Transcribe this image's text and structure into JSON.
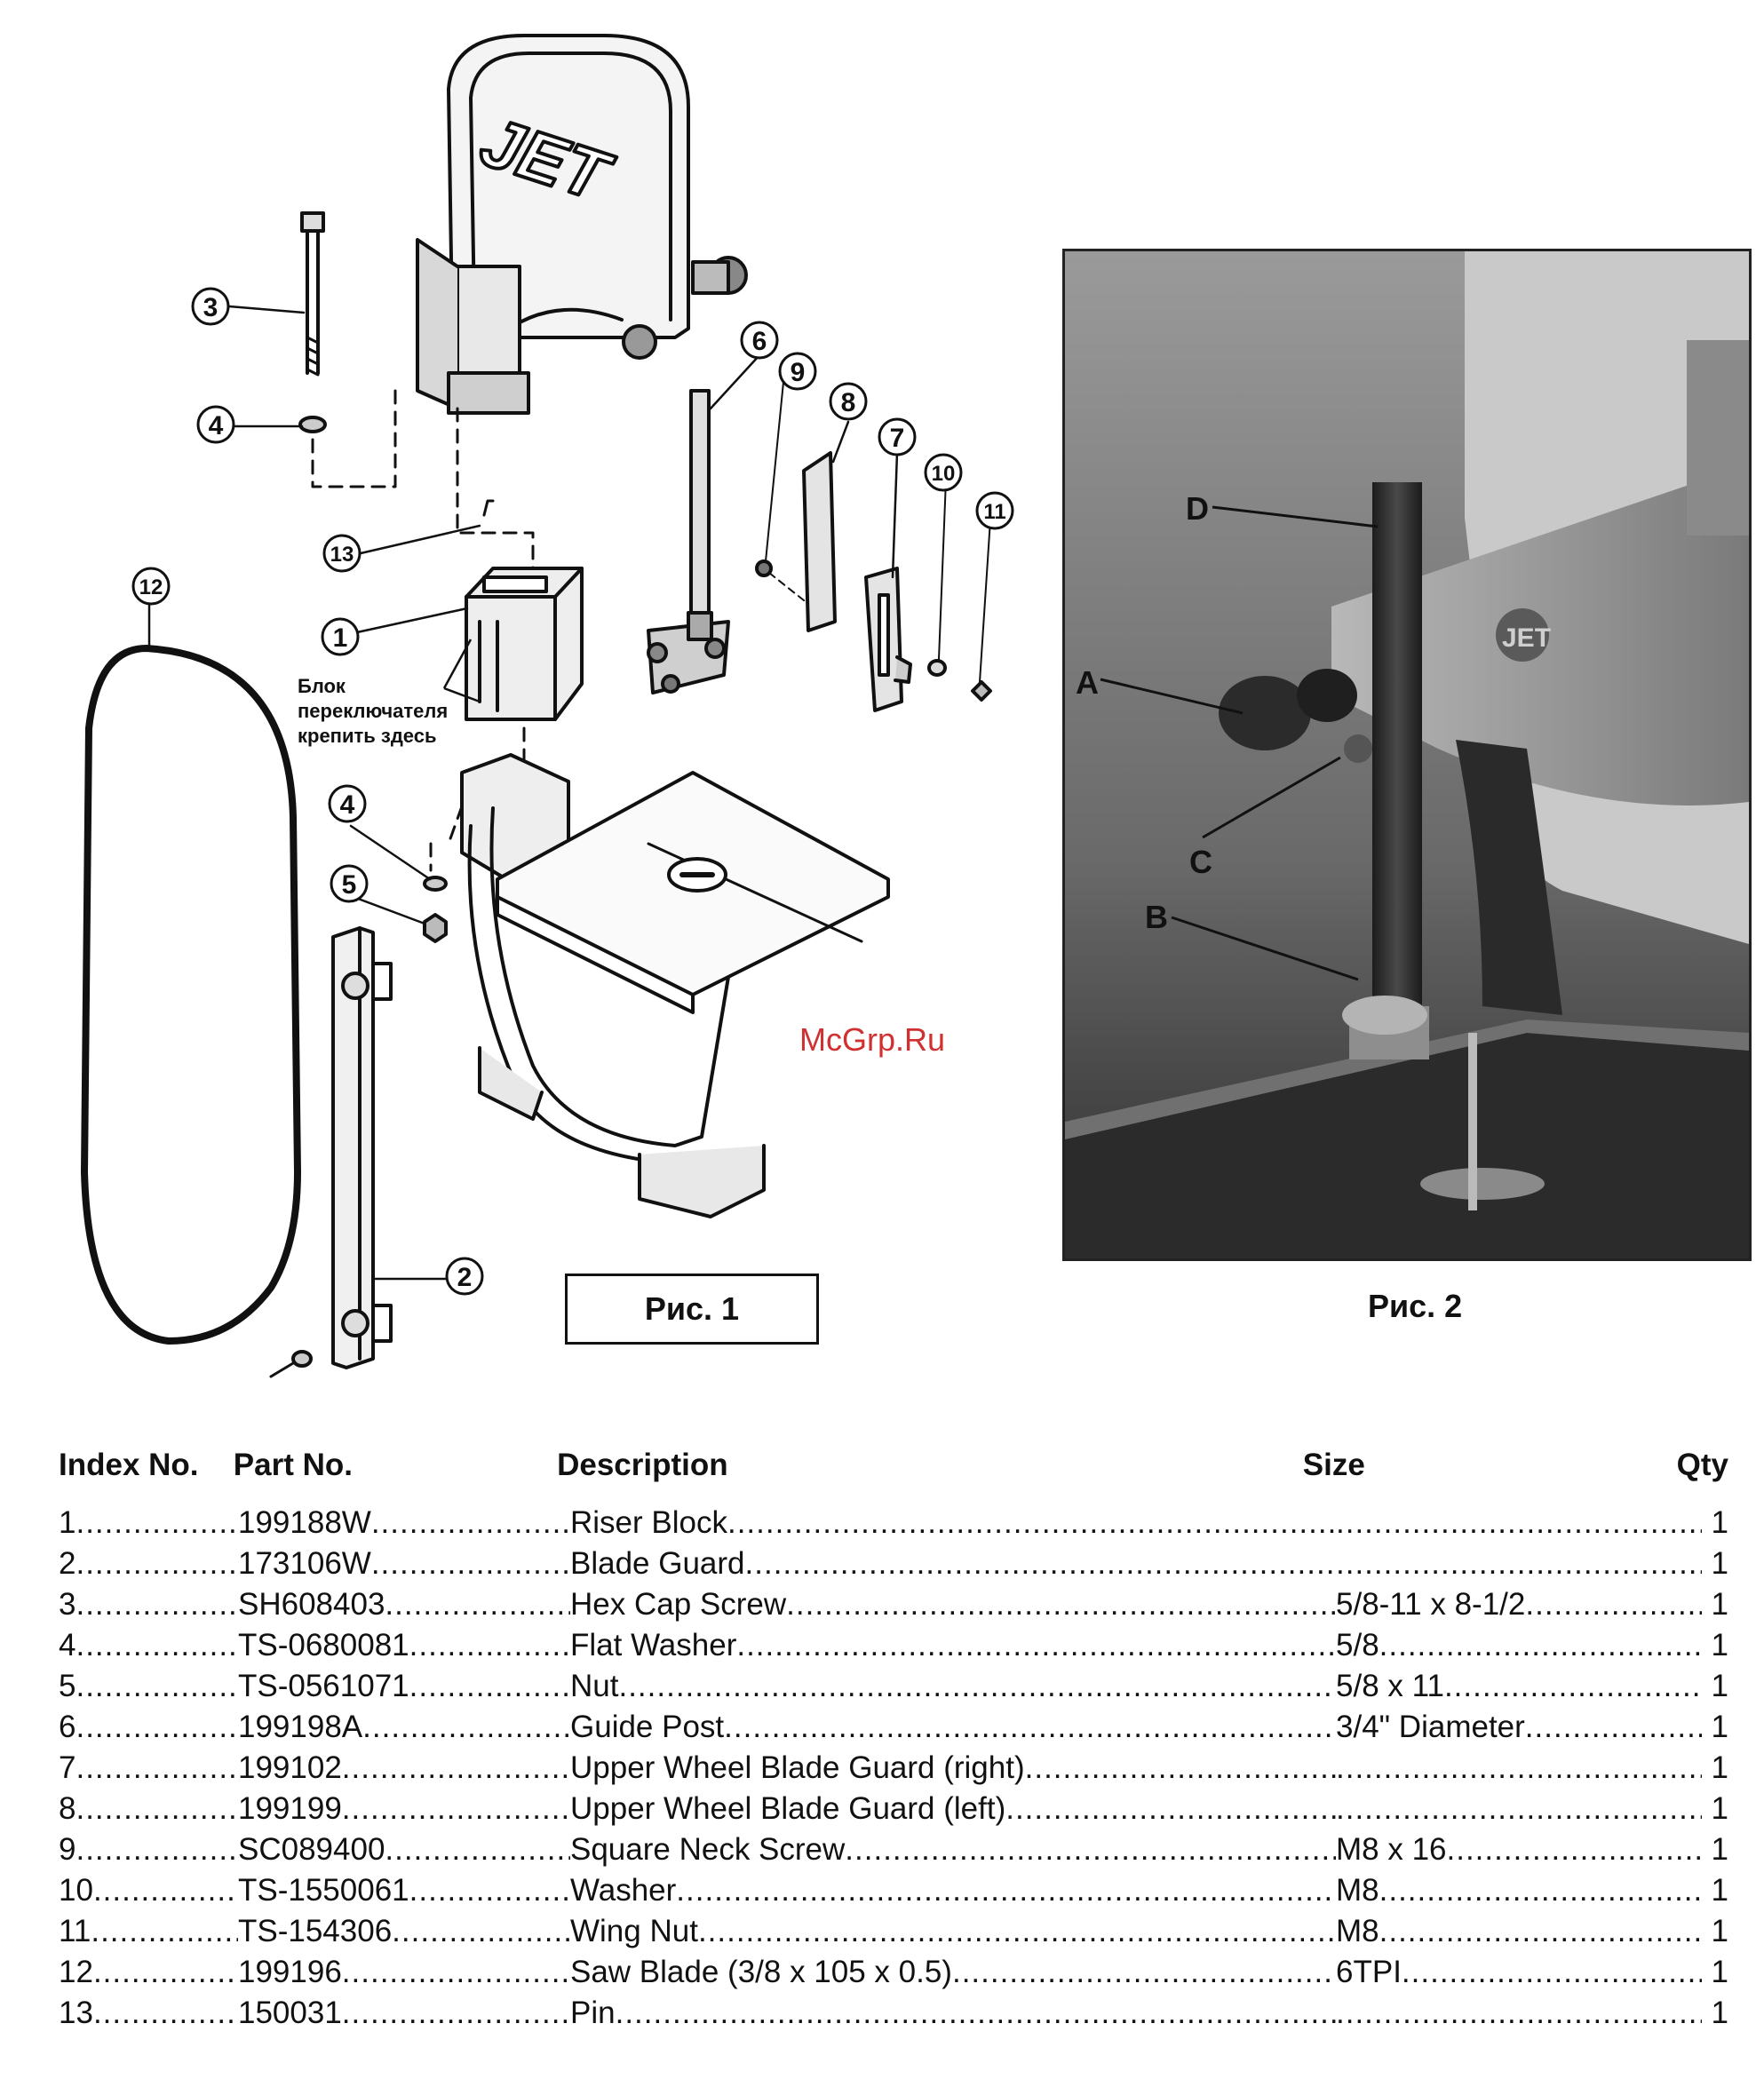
{
  "figure1": {
    "caption": "Рис. 1",
    "brand_logo": "JET",
    "mount_note": [
      "Блок",
      "переключателя",
      "крепить здесь"
    ],
    "callouts": [
      "1",
      "2",
      "3",
      "4",
      "4",
      "5",
      "6",
      "7",
      "8",
      "9",
      "10",
      "11",
      "12",
      "13"
    ]
  },
  "figure2": {
    "caption": "Рис. 2",
    "labels": [
      "A",
      "B",
      "C",
      "D"
    ],
    "logo": "JET"
  },
  "watermark": "McGrp.Ru",
  "parts_table": {
    "headers": {
      "index": "Index No.",
      "part": "Part No.",
      "description": "Description",
      "size": "Size",
      "qty": "Qty"
    },
    "rows": [
      {
        "index": "1",
        "part": "199188W",
        "description": "Riser Block",
        "size": "",
        "qty": "1"
      },
      {
        "index": "2",
        "part": "173106W",
        "description": "Blade Guard",
        "size": "",
        "qty": "1"
      },
      {
        "index": "3",
        "part": "SH608403",
        "description": "Hex Cap Screw",
        "size": "5/8-11 x 8-1/2",
        "qty": "1"
      },
      {
        "index": "4",
        "part": "TS-0680081",
        "description": "Flat Washer",
        "size": "5/8",
        "qty": "1"
      },
      {
        "index": "5",
        "part": "TS-0561071",
        "description": "Nut",
        "size": "5/8 x 11",
        "qty": "1"
      },
      {
        "index": "6",
        "part": "199198A",
        "description": "Guide Post",
        "size": "3/4\" Diameter",
        "qty": "1"
      },
      {
        "index": "7",
        "part": "199102",
        "description": "Upper Wheel Blade Guard (right)",
        "size": "",
        "qty": "1"
      },
      {
        "index": "8",
        "part": "199199",
        "description": "Upper Wheel Blade Guard (left)",
        "size": "",
        "qty": "1"
      },
      {
        "index": "9",
        "part": "SC089400",
        "description": "Square Neck Screw",
        "size": "M8 x 16",
        "qty": "1"
      },
      {
        "index": "10",
        "part": "TS-1550061",
        "description": "Washer",
        "size": "M8",
        "qty": "1"
      },
      {
        "index": "11",
        "part": "TS-154306",
        "description": "Wing Nut",
        "size": "M8",
        "qty": "1"
      },
      {
        "index": "12",
        "part": "199196",
        "description": "Saw Blade (3/8 x 105 x 0.5)",
        "size": "6TPI",
        "qty": "1"
      },
      {
        "index": "13",
        "part": "150031",
        "description": "Pin",
        "size": "",
        "qty": "1"
      }
    ]
  }
}
